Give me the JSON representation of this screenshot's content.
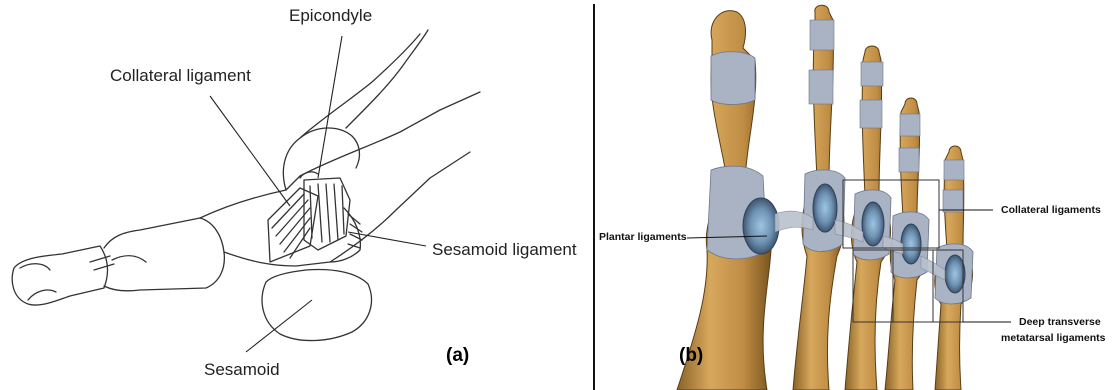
{
  "panel_a": {
    "tag": "(a)",
    "labels": {
      "epicondyle": "Epicondyle",
      "collateral": "Collateral ligament",
      "sesamoid_ligament": "Sesamoid ligament",
      "sesamoid": "Sesamoid"
    }
  },
  "panel_b": {
    "tag": "(b)",
    "labels": {
      "plantar": "Plantar ligaments",
      "collateral": "Collateral ligaments",
      "deep_line1": "Deep transverse",
      "deep_line2": "metatarsal ligaments"
    }
  },
  "colors": {
    "bone": "#c89a55",
    "bone_dark": "#8a6228",
    "ligament": "#a9b3c4",
    "cartilage": "#7fa8c9",
    "ink": "#222222"
  }
}
